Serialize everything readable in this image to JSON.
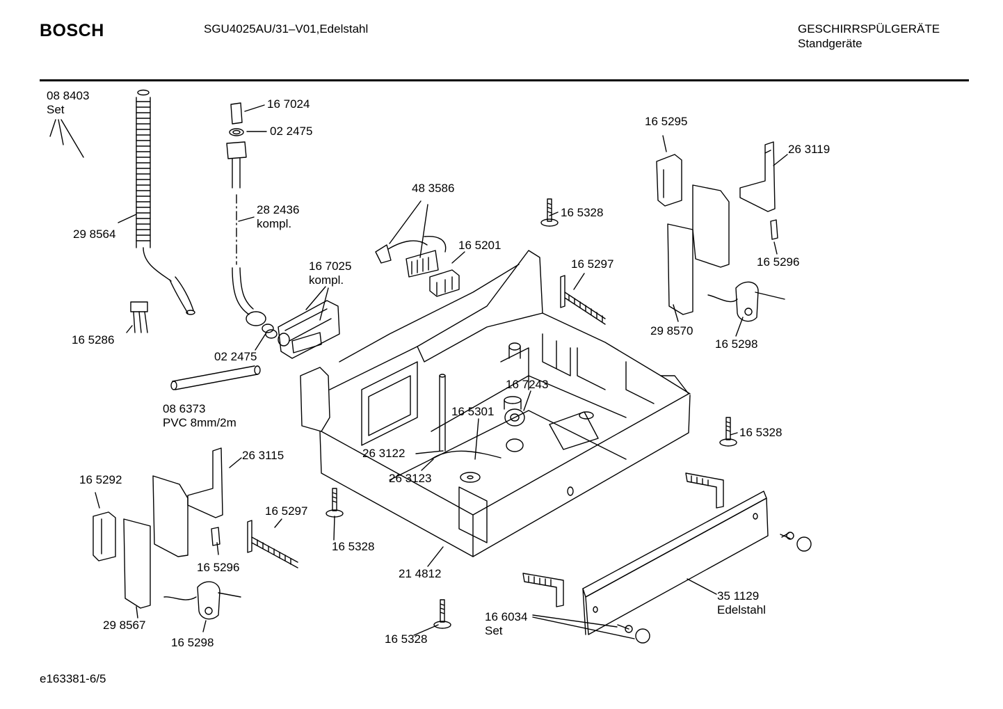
{
  "header": {
    "brand": "BOSCH",
    "model": "SGU4025AU/31–V01,Edelstahl",
    "category": "GESCHIRRSPÜLGERÄTE",
    "subcategory": "Standgeräte"
  },
  "parts": [
    {
      "id": "p-088403",
      "lines": [
        "08 8403",
        "Set"
      ]
    },
    {
      "id": "p-298564",
      "lines": [
        "29 8564"
      ]
    },
    {
      "id": "p-167024",
      "lines": [
        "16 7024"
      ]
    },
    {
      "id": "p-022475-top",
      "lines": [
        "02 2475"
      ]
    },
    {
      "id": "p-282436",
      "lines": [
        "28 2436",
        "kompl."
      ]
    },
    {
      "id": "p-483586",
      "lines": [
        "48 3586"
      ]
    },
    {
      "id": "p-165201",
      "lines": [
        "16 5201"
      ]
    },
    {
      "id": "p-165328-a",
      "lines": [
        "16 5328"
      ]
    },
    {
      "id": "p-167025",
      "lines": [
        "16 7025",
        "kompl."
      ]
    },
    {
      "id": "p-165297-a",
      "lines": [
        "16 5297"
      ]
    },
    {
      "id": "p-165295",
      "lines": [
        "16 5295"
      ]
    },
    {
      "id": "p-263119",
      "lines": [
        "26 3119"
      ]
    },
    {
      "id": "p-165296-a",
      "lines": [
        "16 5296"
      ]
    },
    {
      "id": "p-298570",
      "lines": [
        "29 8570"
      ]
    },
    {
      "id": "p-165298-a",
      "lines": [
        "16 5298"
      ]
    },
    {
      "id": "p-165286",
      "lines": [
        "16 5286"
      ]
    },
    {
      "id": "p-022475-bot",
      "lines": [
        "02 2475"
      ]
    },
    {
      "id": "p-086373",
      "lines": [
        "08 6373",
        "PVC 8mm/2m"
      ]
    },
    {
      "id": "p-167243",
      "lines": [
        "16 7243"
      ]
    },
    {
      "id": "p-165301",
      "lines": [
        "16 5301"
      ]
    },
    {
      "id": "p-263122",
      "lines": [
        "26 3122"
      ]
    },
    {
      "id": "p-263123",
      "lines": [
        "26 3123"
      ]
    },
    {
      "id": "p-165328-b",
      "lines": [
        "16 5328"
      ]
    },
    {
      "id": "p-263115",
      "lines": [
        "26 3115"
      ]
    },
    {
      "id": "p-165292",
      "lines": [
        "16 5292"
      ]
    },
    {
      "id": "p-165297-b",
      "lines": [
        "16 5297"
      ]
    },
    {
      "id": "p-165296-b",
      "lines": [
        "16 5296"
      ]
    },
    {
      "id": "p-298567",
      "lines": [
        "29 8567"
      ]
    },
    {
      "id": "p-165298-b",
      "lines": [
        "16 5298"
      ]
    },
    {
      "id": "p-165328-c",
      "lines": [
        "16 5328"
      ]
    },
    {
      "id": "p-214812",
      "lines": [
        "21 4812"
      ]
    },
    {
      "id": "p-351129",
      "lines": [
        "35 1129",
        "Edelstahl"
      ]
    },
    {
      "id": "p-166034",
      "lines": [
        "16 6034",
        "Set"
      ]
    },
    {
      "id": "p-165328-d",
      "lines": [
        "16 5328"
      ]
    }
  ],
  "footer": {
    "code": "e163381-6/5"
  }
}
